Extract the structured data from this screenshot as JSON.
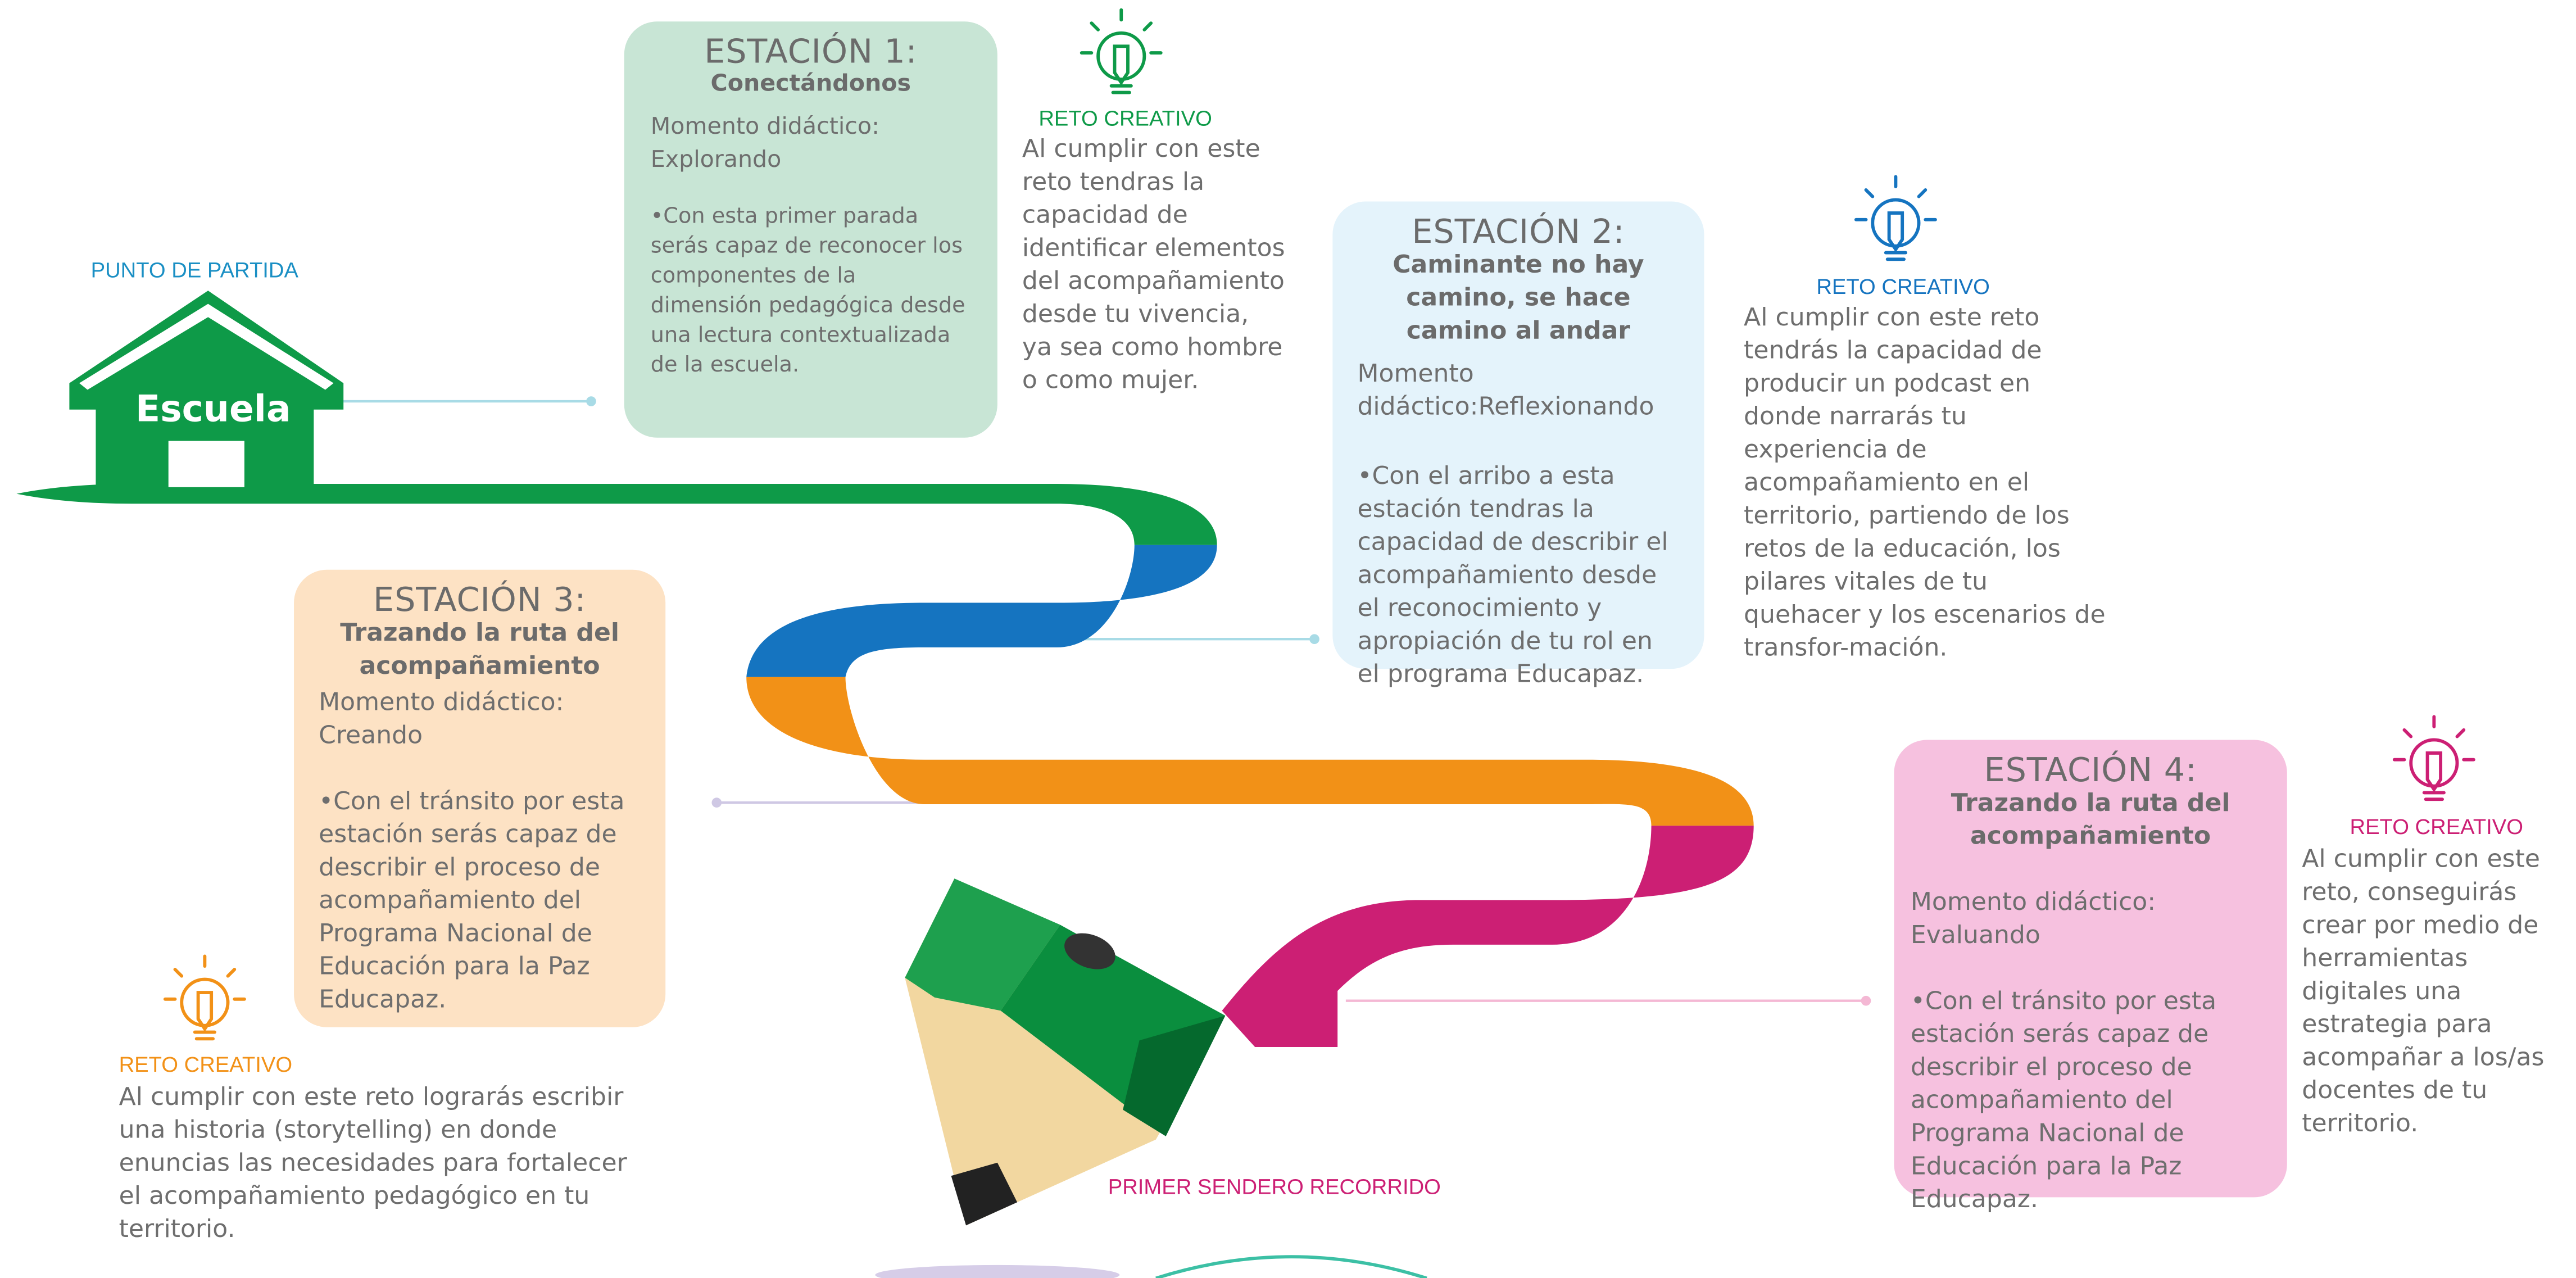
{
  "start_label": "PUNTO DE PARTIDA",
  "school_label": "Escuela",
  "end_label": "PRIMER SENDERO RECORRIDO",
  "colors": {
    "green": "#0e9a48",
    "blue": "#1574c0",
    "orange": "#f29117",
    "magenta": "#cc1f74",
    "gray_text": "#6e6e6e"
  },
  "stations": [
    {
      "title": "ESTACIÓN 1:",
      "subtitle": "Conectándonos",
      "moment": "Momento didáctico: Explorando",
      "description": "•Con esta primer parada serás capaz de reconocer los componentes de la dimensión pedagógica desde una lectura contextualizada de la escuela.",
      "reto_label": "RETO CREATIVO",
      "reto_text": "Al cumplir con este reto tendras la capacidad de identificar elementos del acompañamiento desde tu vivencia, ya sea como hombre o como mujer."
    },
    {
      "title": "ESTACIÓN 2:",
      "subtitle": "Caminante no hay camino, se hace camino al andar",
      "moment": "Momento didáctico:Reflexionando",
      "description": "•Con el arribo a esta estación tendras la capacidad de describir el acompañamiento desde el reconocimiento y apropiación de tu rol en el programa Educapaz.",
      "reto_label": "RETO CREATIVO",
      "reto_text": "Al cumplir con este reto tendrás la capacidad de producir un podcast en donde narrarás tu experiencia de acompañamiento en el territorio, partiendo de los retos de la educación, los pilares vitales de tu quehacer y los escenarios de transfor-mación."
    },
    {
      "title": "ESTACIÓN 3:",
      "subtitle": "Trazando la ruta del acompañamiento",
      "moment": "Momento didáctico: Creando",
      "description": "•Con el tránsito por esta estación serás capaz de describir el proceso de acompañamiento del Programa Nacional de Educación para la Paz Educapaz.",
      "reto_label": "RETO CREATIVO",
      "reto_text": "Al cumplir con este reto lograrás escribir una historia (storytelling) en donde enuncias las necesidades para fortalecer el acompañamiento pedagógico en tu territorio."
    },
    {
      "title": "ESTACIÓN 4:",
      "subtitle": "Trazando la ruta del acompañamiento",
      "moment": "Momento didáctico: Evaluando",
      "description": "•Con el tránsito por esta estación serás capaz de describir el proceso de acompañamiento del Programa Nacional de Educación para la Paz Educapaz.",
      "reto_label": "RETO CREATIVO",
      "reto_text": "Al cumplir con este reto, conseguirás crear por medio de herramientas digitales una estrategia para acompañar a los/as docentes de tu territorio."
    }
  ]
}
